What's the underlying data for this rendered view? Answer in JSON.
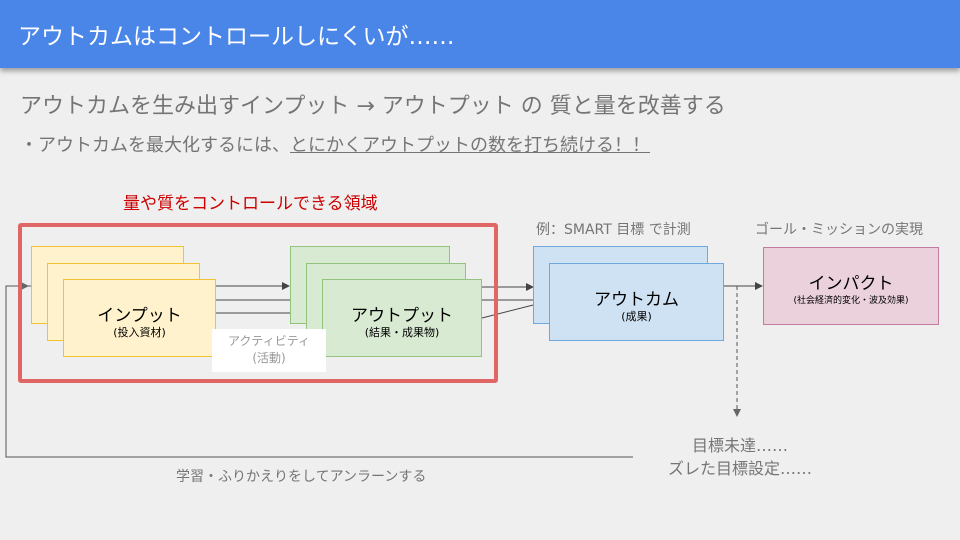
{
  "title": "アウトカムはコントロールしにくいが……",
  "subtitle": "アウトカムを生み出すインプット → アウトプット の 質と量を改善する",
  "bullet": {
    "prefix": "・アウトカムを最大化するには、",
    "underlined": "とにかくアウトプットの数を打ち続ける！！"
  },
  "control_area_label": "量や質をコントロールできる領域",
  "input": {
    "label": "インプット",
    "sub": "(投入資材)"
  },
  "activity": {
    "label": "アクティビティ",
    "sub": "(活動)"
  },
  "output": {
    "label": "アウトプット",
    "sub": "(結果・成果物)"
  },
  "smart_label": "例：SMART 目標 で計測",
  "outcome": {
    "label": "アウトカム",
    "sub": "(成果)"
  },
  "goal_label": "ゴール・ミッションの実現",
  "impact": {
    "label": "インパクト",
    "sub": "(社会経済的変化・波及効果)"
  },
  "miss": {
    "line1": "目標未達……",
    "line2": "ズレた目標設定……"
  },
  "feedback_label": "学習・ふりかえりをしてアンラーンする",
  "colors": {
    "title_bar": "#4a86e8",
    "control_area_border": "#e06666",
    "control_area_text": "#cc0000"
  }
}
